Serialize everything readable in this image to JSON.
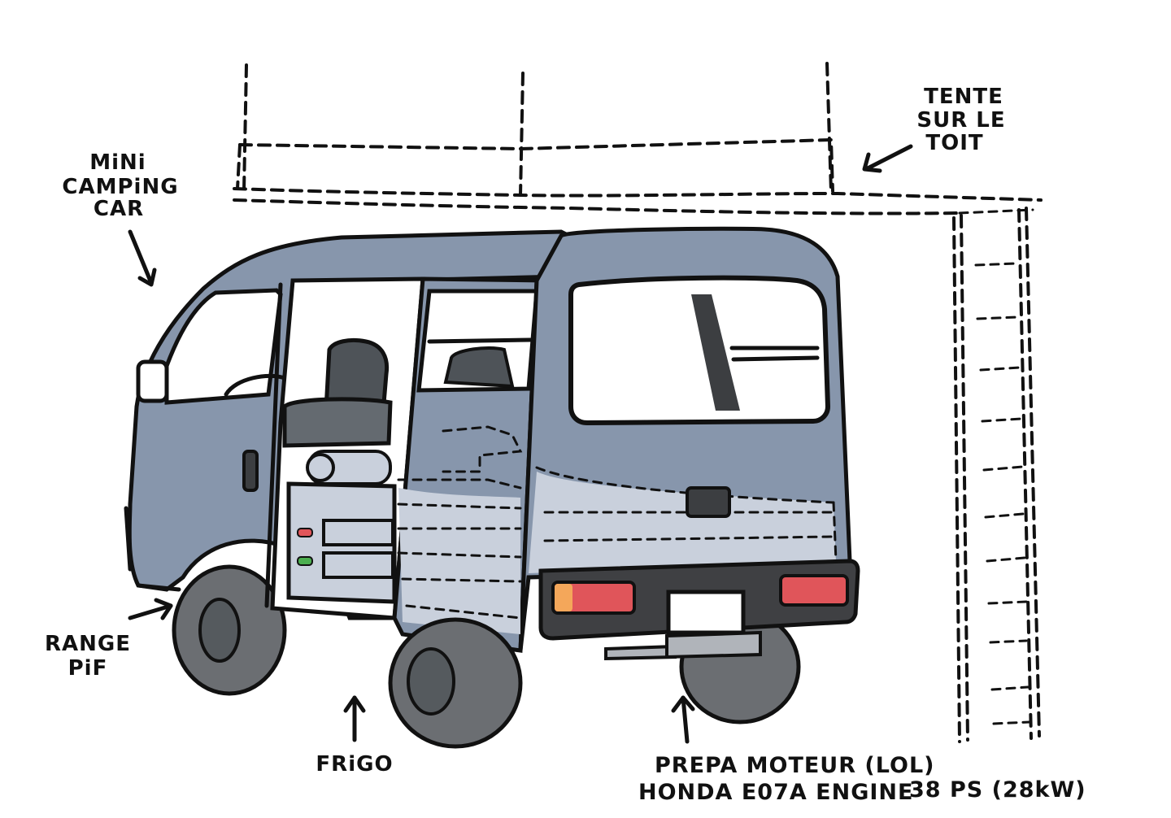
{
  "labels": {
    "camping_car": [
      "MiNi",
      "CAMPiNG",
      "CAR"
    ],
    "tent": [
      "TENTE",
      "SUR LE",
      "TOIT"
    ],
    "range_pif": [
      "RANGE",
      "PiF"
    ],
    "frigo": "FRiGO",
    "engine_line1": "PREPA MOTEUR (LOL)",
    "engine_line2": "HONDA E07A ENGINE",
    "engine_power": "38 PS (28kW)"
  },
  "colors": {
    "body": "#8796ac",
    "body_light": "#c9d0dc",
    "window": "#ffffff",
    "tire": "#6b6e72",
    "tire_dark": "#3c3e41",
    "seat": "#4e5358",
    "taillight_red": "#e0555a",
    "taillight_orange": "#f4a75a",
    "bumper": "#3f4043"
  },
  "icons": [
    "arrow-icon"
  ]
}
